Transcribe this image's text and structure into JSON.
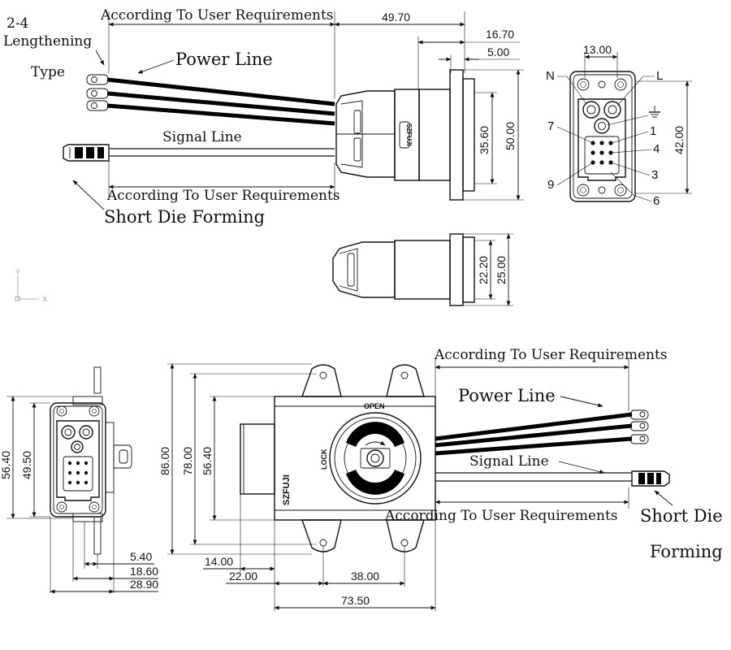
{
  "labels": {
    "variant_code": "2-4",
    "variant_line1": "Lengthening",
    "variant_line2": "Type",
    "user_req": "According To User Requirements",
    "power_line": "Power Line",
    "signal_line": "Signal Line",
    "short_die_forming": "Short Die Forming",
    "short_die": "Short Die",
    "forming": "Forming",
    "open": "OPEN",
    "lock": "LOCK",
    "brand": "SZFUJI",
    "axis_y": "Y",
    "axis_x": "X"
  },
  "pins": {
    "n": "N",
    "l": "L",
    "p7": "7",
    "p1": "1",
    "p4": "4",
    "p9": "9",
    "p3": "3",
    "p6": "6"
  },
  "dimensions": {
    "d49_70": "49.70",
    "d16_70": "16.70",
    "d5_00": "5.00",
    "d13_00": "13.00",
    "d35_60": "35.60",
    "d50_00": "50.00",
    "d42_00": "42.00",
    "d22_20": "22.20",
    "d25_00": "25.00",
    "d56_40_left": "56.40",
    "d49_50": "49.50",
    "d5_40": "5.40",
    "d18_60": "18.60",
    "d28_90": "28.90",
    "d86_00": "86.00",
    "d78_00": "78.00",
    "d56_40_front": "56.40",
    "d14_00": "14.00",
    "d22_00": "22.00",
    "d38_00": "38.00",
    "d73_50": "73.50"
  }
}
